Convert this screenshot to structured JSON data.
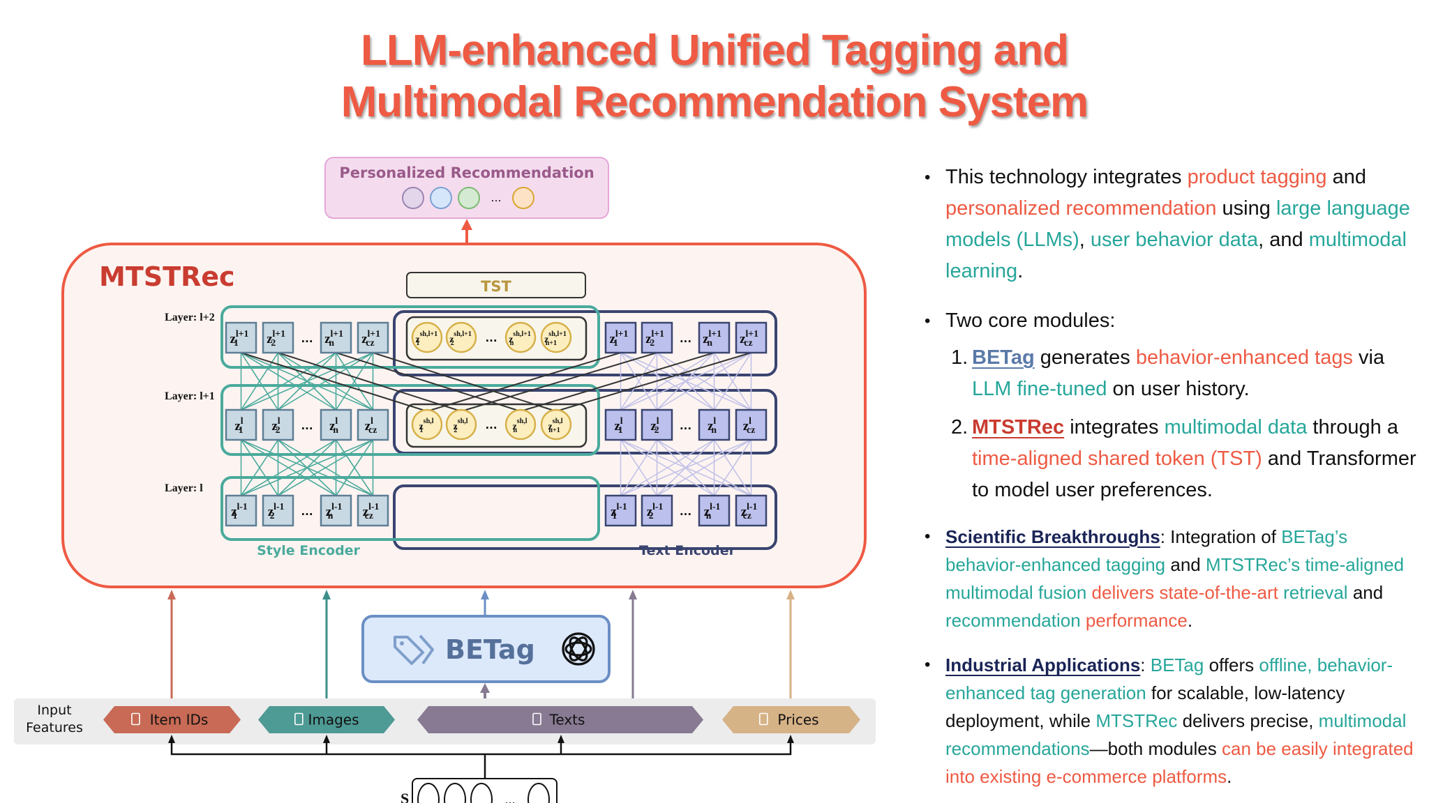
{
  "title": {
    "line1": "LLM-enhanced Unified Tagging and",
    "line2": "Multimodal Recommendation System"
  },
  "diagram": {
    "output_box": {
      "label": "Personalized Recommendation",
      "ellipsis": "...",
      "item_colors": [
        "#e3d6ea",
        "#d6e6fa",
        "#d5ead2",
        "#fde2c6"
      ],
      "item_strokes": [
        "#9b84b4",
        "#7aa0d4",
        "#7dba73",
        "#d9a534"
      ]
    },
    "mtstrec": {
      "label": "MTSTRec",
      "tst_label": "TST",
      "style_encoder_label": "Style Encoder",
      "text_encoder_label": "Text Encoder",
      "layers": [
        {
          "label": "Layer: l+2",
          "sup": "l+1",
          "shared": true
        },
        {
          "label": "Layer: l+1",
          "sup": "l",
          "shared": true
        },
        {
          "label": "Layer: l",
          "sup": "l-1",
          "shared": false
        }
      ],
      "token_subscripts": [
        "1",
        "2",
        "n",
        "cz"
      ],
      "shared_subscripts": [
        "1",
        "2",
        "n",
        "n+1"
      ],
      "shared_prefix": "sh",
      "ellipsis": "..."
    },
    "betag": {
      "label": "BETag",
      "icons": [
        "tag-icon",
        "openai-logo-icon"
      ]
    },
    "input_features": {
      "label_line1": "Input",
      "label_line2": "Features",
      "items": [
        {
          "label": "Item IDs",
          "icon": "binary-file-icon",
          "color": "#c86a55"
        },
        {
          "label": "Images",
          "icon": "image-icon",
          "color": "#4e9a94"
        },
        {
          "label": "Texts",
          "icon": "document-icon",
          "color": "#877a92"
        },
        {
          "label": "Prices",
          "icon": "price-tag-icon",
          "color": "#d6b287"
        }
      ]
    },
    "sequence": {
      "label": "S",
      "ellipsis": "..."
    }
  },
  "bullets": {
    "b1": {
      "p1": "This technology integrates ",
      "h1": "product tagging",
      "p2": " and ",
      "h2": "personalized recommendation",
      "p3": " using ",
      "h3": "large language models (LLMs)",
      "p4": ", ",
      "h4": "user behavior data",
      "p5": ", and ",
      "h5": "multimodal learning",
      "p6": "."
    },
    "b2": {
      "intro": "Two core modules:",
      "item1": {
        "num": "1.",
        "name": "BETag",
        "p1": " generates ",
        "h1": "behavior-enhanced tags",
        "p2": " via ",
        "h2": "LLM fine-tuned",
        "p3": " on user history."
      },
      "item2": {
        "num": "2.",
        "name": "MTSTRec",
        "p1": " integrates ",
        "h1": "multimodal data",
        "p2": " through a ",
        "h2": "time-aligned shared token (TST)",
        "p3": " and Transformer to model user preferences."
      }
    },
    "b3": {
      "heading": "Scientific Breakthroughs",
      "p1": ": Integration of ",
      "h1": "BETag’s behavior-enhanced tagging",
      "p2": " and ",
      "h2": "MTSTRec’s time-aligned multimodal fusion",
      "p3": " ",
      "h3": "delivers state-of-the-art",
      "p4": " ",
      "h4": "retrieval",
      "p5": " and ",
      "h5": "recommendation",
      "p6": " ",
      "h6": "performance",
      "p7": "."
    },
    "b4": {
      "heading": "Industrial Applications",
      "p1": ": ",
      "h1": "BETag",
      "p2": " offers ",
      "h2": "offline, behavior-enhanced tag generation",
      "p3": " for scalable, low-latency deployment, while ",
      "h3": "MTSTRec",
      "p4": " delivers precise, ",
      "h4": "multimodal recommendations",
      "p5": "—both modules ",
      "h5": "can be easily integrated into existing e-commerce platforms",
      "p6": "."
    }
  }
}
